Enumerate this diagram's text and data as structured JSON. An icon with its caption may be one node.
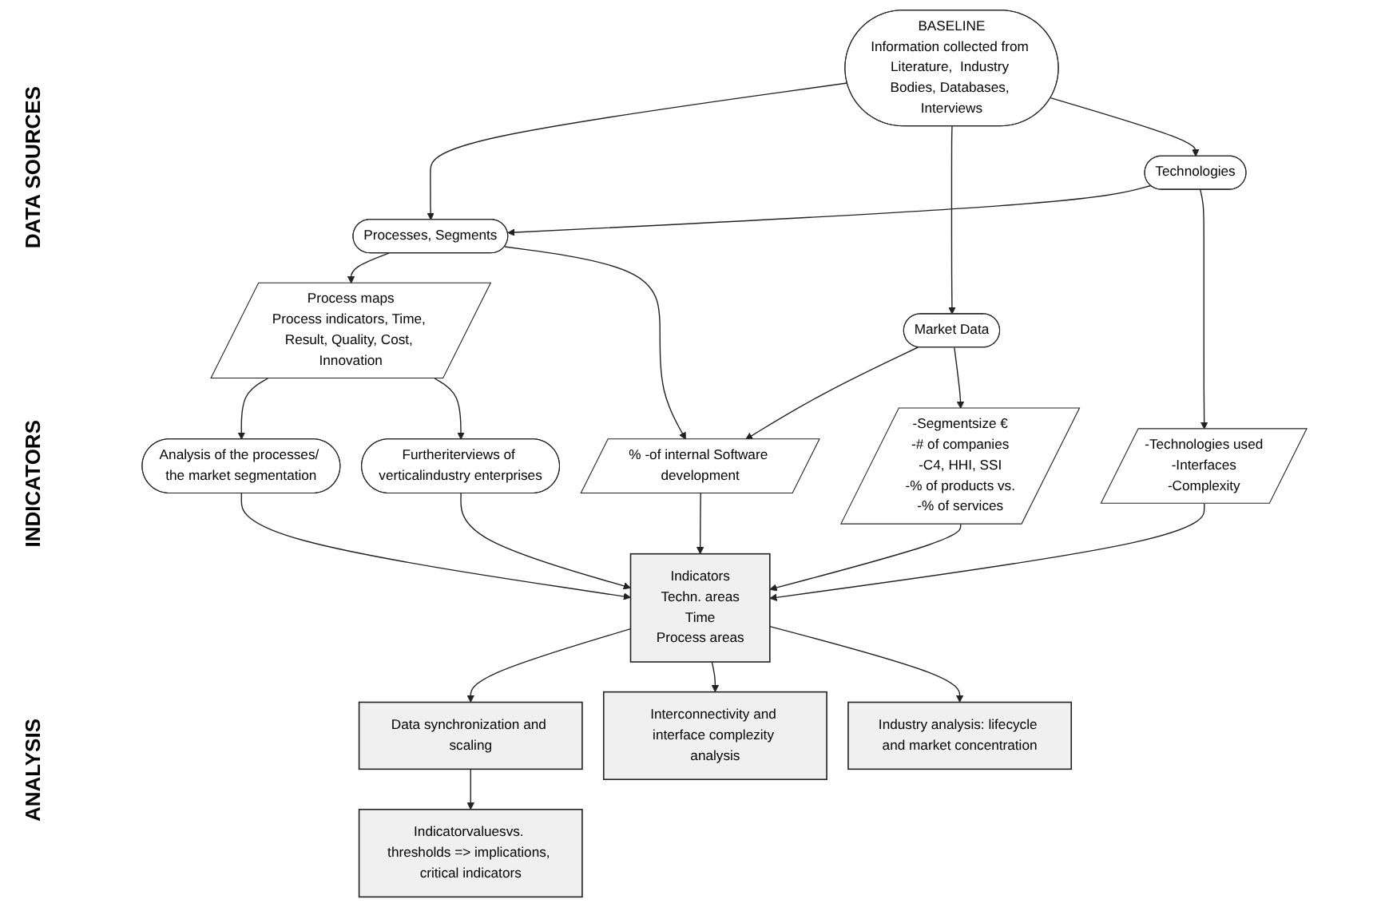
{
  "diagram": {
    "nodes": [
      {
        "text": [
          "BASELINE",
          "Information collected from Literature,  Industry Bodies, Databases, Interviews"
        ]
      },
      {
        "text": [
          "Processes, Segments"
        ]
      },
      {
        "text": [
          "Market Data"
        ]
      },
      {
        "text": [
          "Technologies"
        ]
      },
      {
        "text": [
          "Process maps",
          "Process indicators, Time, Result, Quality, Cost, Innovation"
        ]
      },
      {
        "text": [
          "% -of internal Software development"
        ]
      },
      {
        "text": [
          "-Segmentsize €",
          "-# of companies",
          "-C4, HHI, SSI",
          "-% of products vs.",
          "-% of services"
        ]
      },
      {
        "text": [
          "-Technologies used",
          "-Interfaces",
          "-Complexity"
        ]
      },
      {
        "text": [
          "Analysis of the processes/ the market segmentation"
        ]
      },
      {
        "text": [
          "Furtheriterviews of verticalindustry enterprises"
        ]
      },
      {
        "text": [
          "Indicators",
          "Techn. areas",
          "Time",
          "Process areas"
        ]
      },
      {
        "text": [
          "Data synchronization and scaling"
        ]
      },
      {
        "text": [
          "Indicatorvaluesvs. thresholds => implications, critical indicators"
        ]
      },
      {
        "text": [
          "Interconnectivity and interface complezity analysis"
        ]
      },
      {
        "text": [
          "Industry analysis: lifecycle and market concentration"
        ]
      }
    ],
    "edges": [
      {
        "from": 0,
        "to": 1,
        "arrow": "to"
      },
      {
        "from": 0,
        "to": 2,
        "arrow": "to"
      },
      {
        "from": 0,
        "to": 3,
        "arrow": "to"
      },
      {
        "from": 3,
        "to": 1,
        "arrow": "to"
      },
      {
        "from": 1,
        "to": 4,
        "arrow": "to"
      },
      {
        "from": 1,
        "to": 5,
        "arrow": "to"
      },
      {
        "from": 2,
        "to": 5,
        "arrow": "to"
      },
      {
        "from": 2,
        "to": 6,
        "arrow": "to"
      },
      {
        "from": 3,
        "to": 7,
        "arrow": "to"
      },
      {
        "from": 4,
        "to": 8,
        "arrow": "to"
      },
      {
        "from": 4,
        "to": 9,
        "arrow": "to"
      },
      {
        "from": 5,
        "to": 10,
        "arrow": "to"
      },
      {
        "from": 6,
        "to": 10,
        "arrow": "to"
      },
      {
        "from": 7,
        "to": 10,
        "arrow": "to"
      },
      {
        "from": 8,
        "to": 10,
        "arrow": "to"
      },
      {
        "from": 9,
        "to": 10,
        "arrow": "to"
      },
      {
        "from": 10,
        "to": 11,
        "arrow": "to"
      },
      {
        "from": 10,
        "to": 13,
        "arrow": "to"
      },
      {
        "from": 10,
        "to": 14,
        "arrow": "to"
      },
      {
        "from": 11,
        "to": 12,
        "arrow": "to"
      }
    ],
    "labels": [
      "DATA SOURCES",
      "INDICATORS",
      "ANALYSIS"
    ]
  }
}
